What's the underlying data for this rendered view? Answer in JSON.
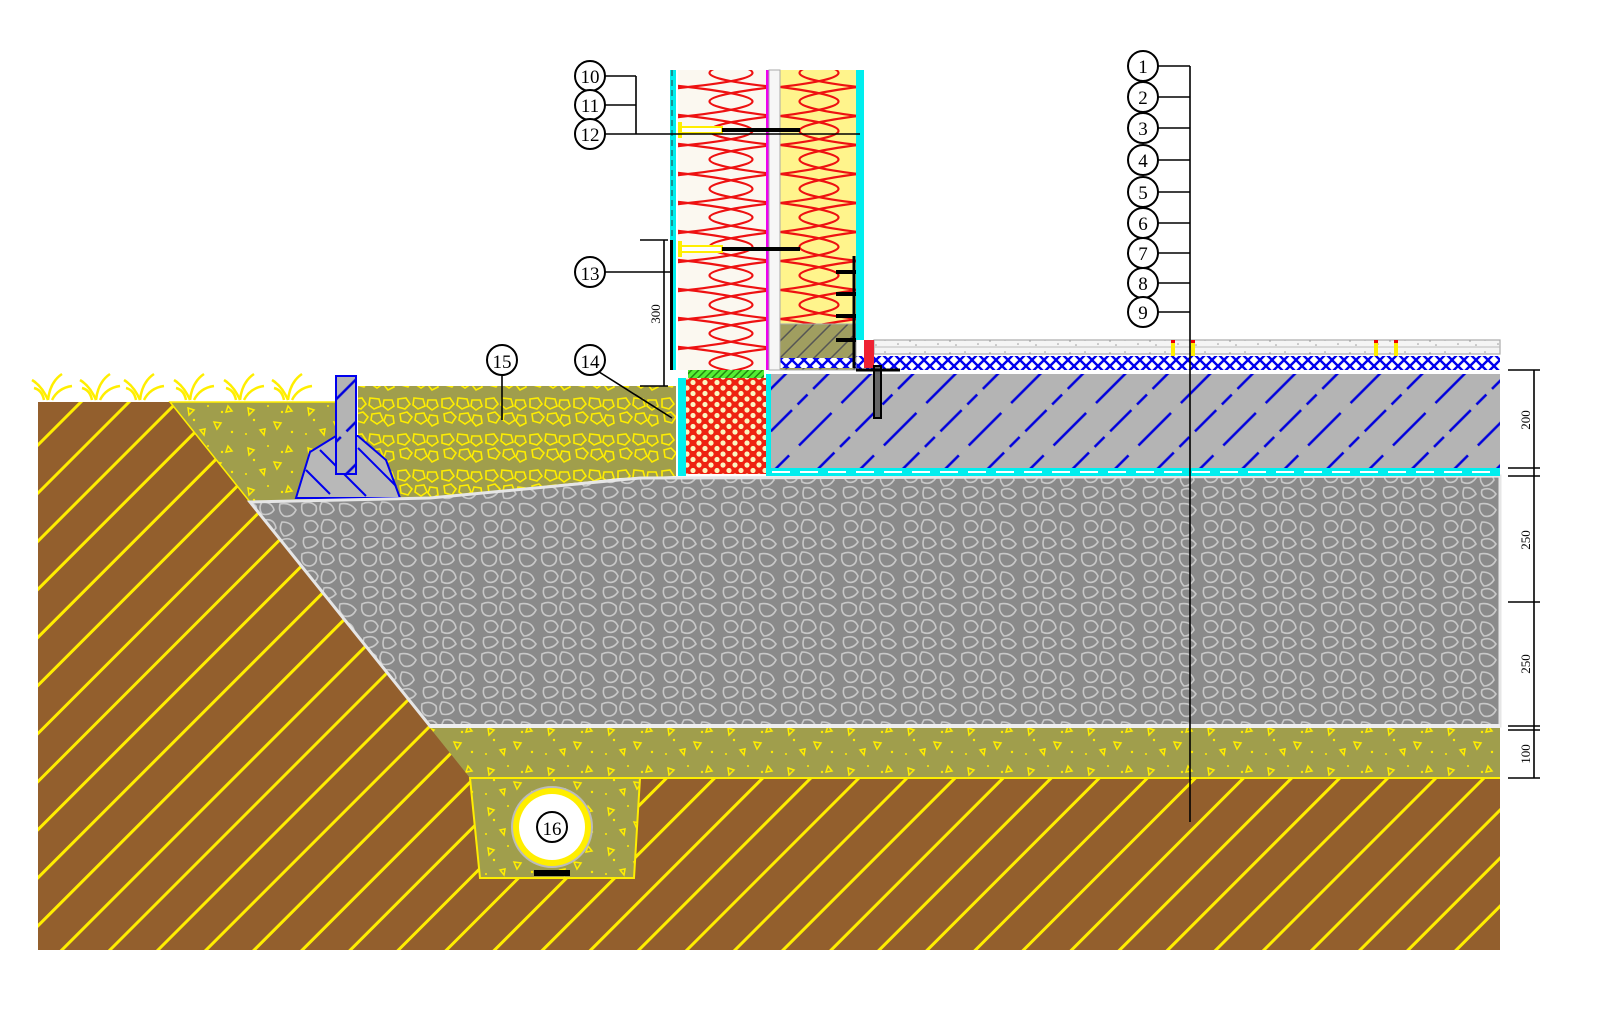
{
  "drawing": {
    "type": "foundation slab-on-grade cross-section",
    "colors": {
      "soil": "#935f2d",
      "soil_hatch": "#ffee00",
      "sand": "#a09e4c",
      "gravel_fill": "#8a8a8a",
      "gravel_outline": "#c8c8c8",
      "concrete": "#b4b4b4",
      "concrete_hatch": "#0000dd",
      "insulation_red": "#ee1111",
      "insulation_white": "#fbf8f0",
      "insulation_yellow": "#fff48c",
      "xps_red": "#ee3322",
      "membrane_cyan": "#00eeee",
      "mesh_blue": "#0000ee",
      "leader": "#000000"
    },
    "right_callouts": [
      "1",
      "2",
      "3",
      "4",
      "5",
      "6",
      "7",
      "8",
      "9"
    ],
    "wall_callouts": [
      "10",
      "11",
      "12"
    ],
    "callout_13": "13",
    "callout_14": "14",
    "callout_15": "15",
    "callout_16": "16",
    "dimensions": {
      "plinth_height": "300",
      "slab": "200",
      "gravel_upper": "250",
      "gravel_lower": "250",
      "sand_bed": "100"
    }
  }
}
